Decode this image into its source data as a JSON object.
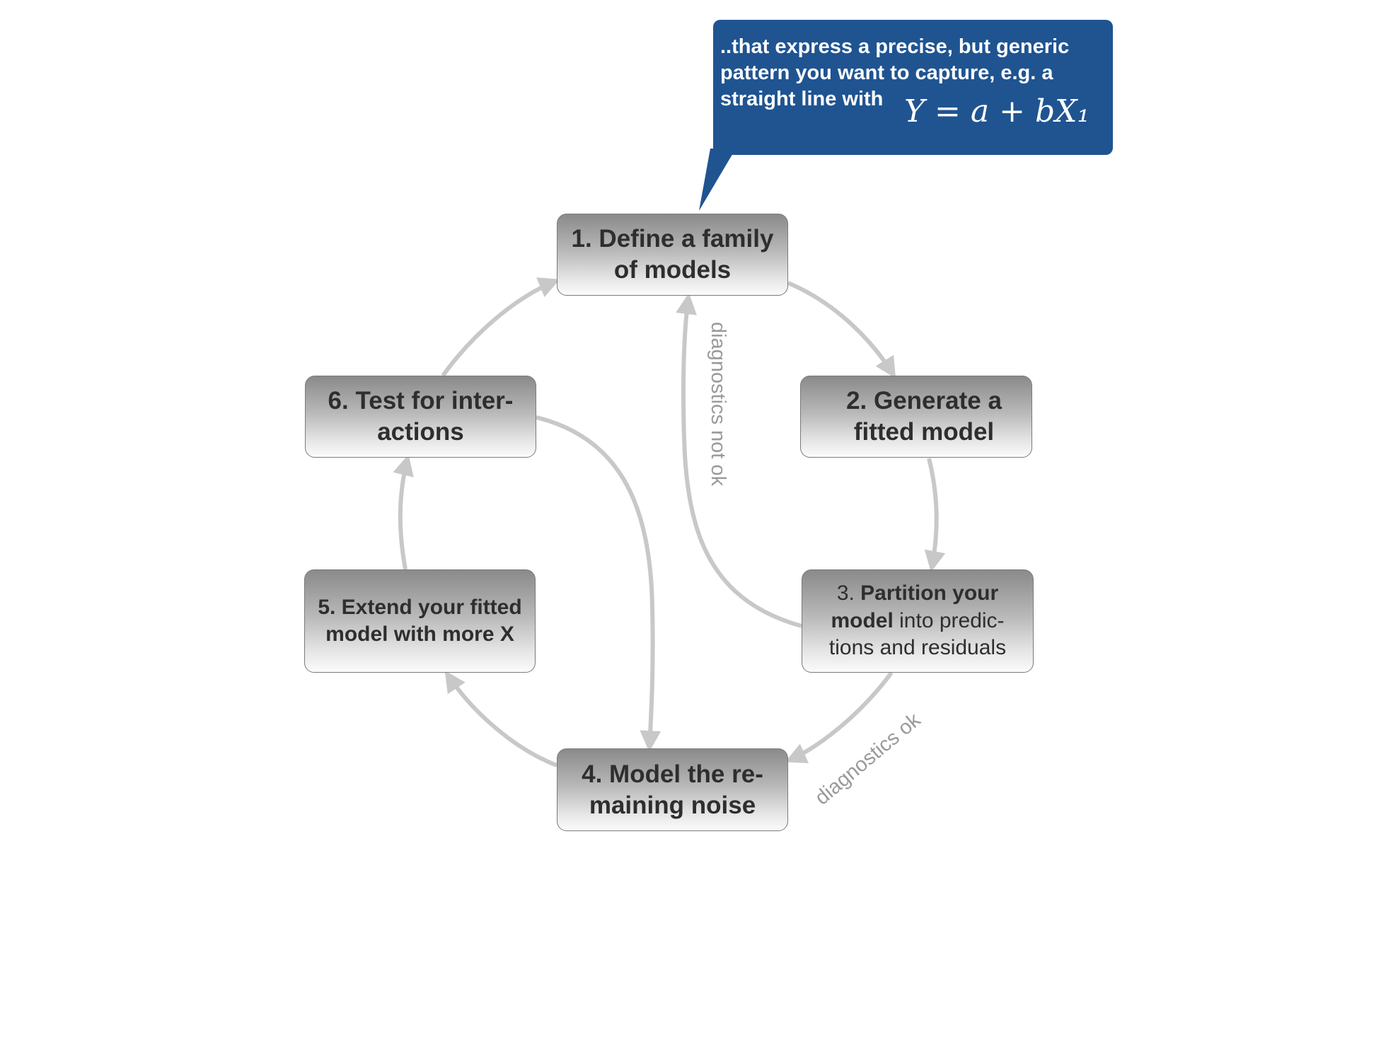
{
  "callout": {
    "text": "..that express a precise, but generic\npattern you want to capture, e.g. a\nstraight line with",
    "formula": "Y = a + bX₁"
  },
  "nodes": {
    "define": "1. Define a family of models",
    "generate": "2. Generate a fitted model",
    "partition": {
      "prefix": "3. ",
      "bold": "Partition your model",
      "rest": " into predic-tions and residuals"
    },
    "noise": "4. Model the re-maining noise",
    "extend": "5. Extend your fitted model with more X",
    "interactions": "6. Test for inter-actions"
  },
  "edges": {
    "not_ok": "diagnostics not ok",
    "ok": "diagnostics ok"
  },
  "colors": {
    "callout_bg": "#1f5491",
    "arrow": "#c8c8c8",
    "edge_label": "#9a9a9a"
  }
}
